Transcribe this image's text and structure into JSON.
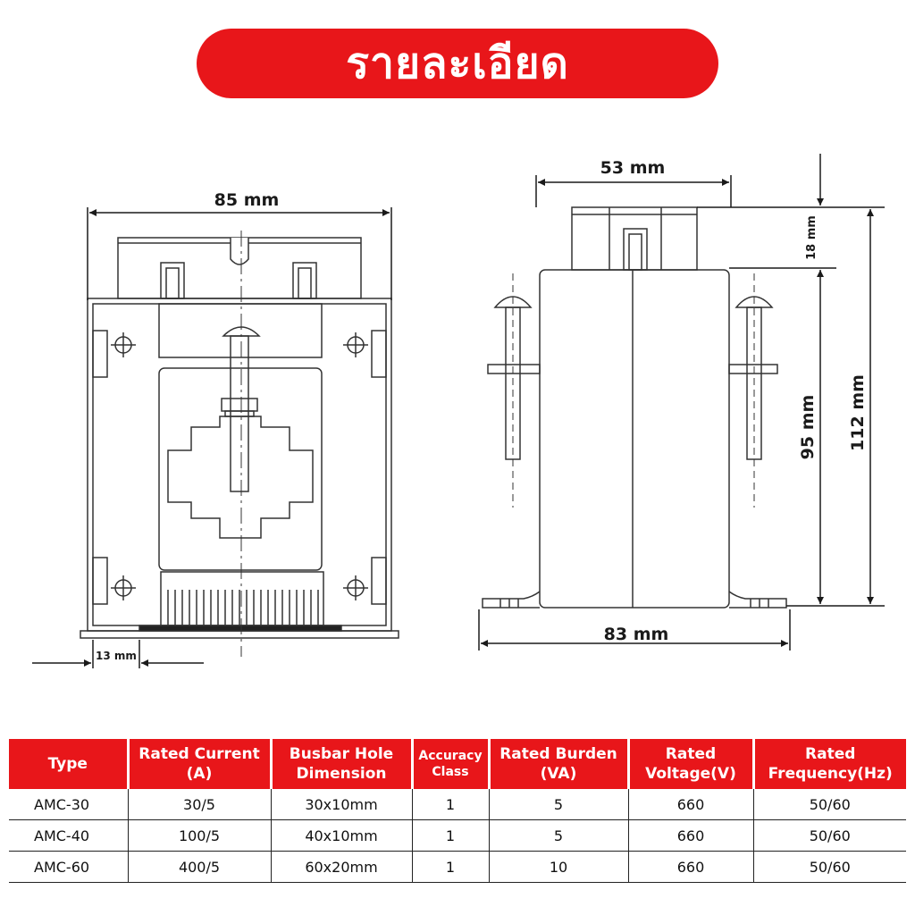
{
  "banner": {
    "title": "รายละเอียด"
  },
  "drawing": {
    "front_width": "85 mm",
    "hole_offset": "13 mm",
    "top_depth": "53 mm",
    "base_width": "83 mm",
    "cap_height": "18 mm",
    "body_height": "95 mm",
    "total_height": "112 mm"
  },
  "table": {
    "headers": [
      "Type",
      "Rated Current (A)",
      "Busbar Hole Dimension",
      "Accuracy Class",
      "Rated Burden (VA)",
      "Rated Voltage(V)",
      "Rated Frequency(Hz)"
    ],
    "rows": [
      [
        "AMC-30",
        "30/5",
        "30x10mm",
        "1",
        "5",
        "660",
        "50/60"
      ],
      [
        "AMC-40",
        "100/5",
        "40x10mm",
        "1",
        "5",
        "660",
        "50/60"
      ],
      [
        "AMC-60",
        "400/5",
        "60x20mm",
        "1",
        "10",
        "660",
        "50/60"
      ]
    ]
  }
}
